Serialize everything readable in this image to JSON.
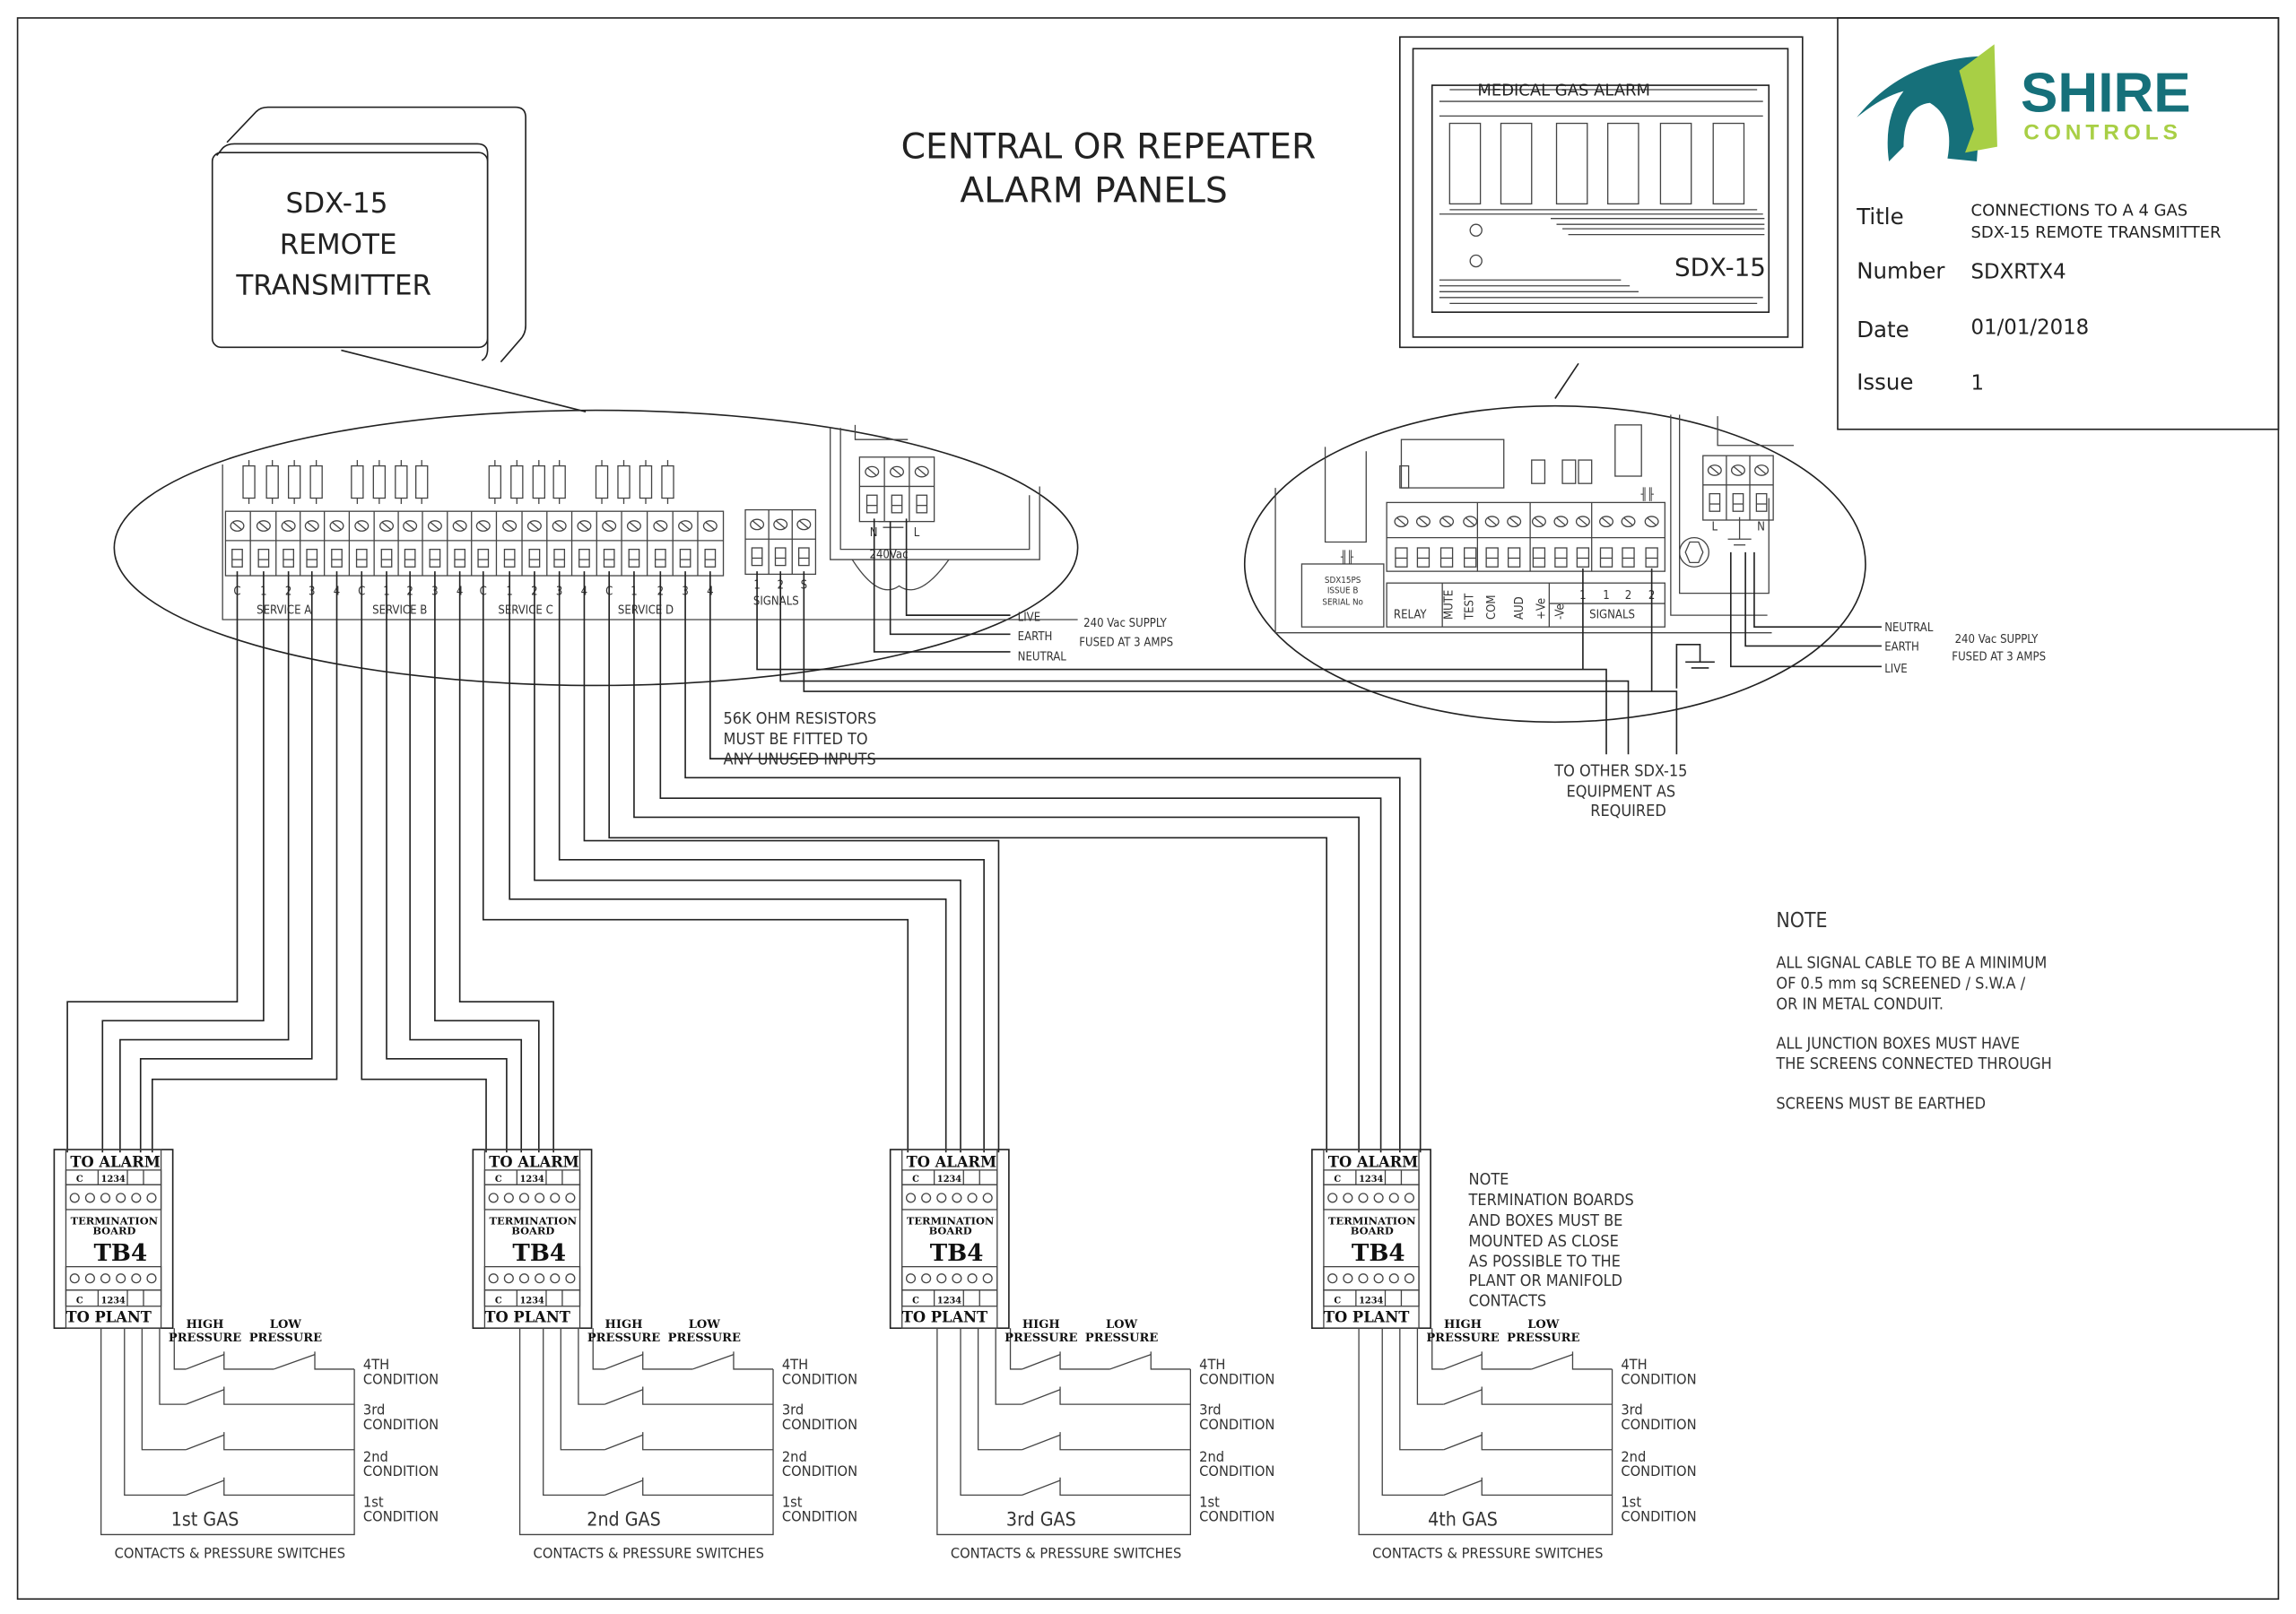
{
  "title_block": {
    "company_name": "SHIRE",
    "company_sub": "CONTROLS",
    "brand_colors": {
      "teal": "#16707a",
      "lime": "#a8cf45"
    },
    "title_label": "Title",
    "title_line1": "CONNECTIONS TO A 4 GAS",
    "title_line2": "SDX-15 REMOTE TRANSMITTER",
    "number_label": "Number",
    "number_value": "SDXRTX4",
    "date_label": "Date",
    "date_value": "01/01/2018",
    "issue_label": "Issue",
    "issue_value": "1"
  },
  "headings": {
    "central_line1": "CENTRAL OR REPEATER",
    "central_line2": "ALARM PANELS"
  },
  "transmitter": {
    "line1": "SDX-15",
    "line2": "REMOTE",
    "line3": "TRANSMITTER"
  },
  "alarm_panel": {
    "header": "MEDICAL GAS ALARM",
    "model": "SDX-15"
  },
  "left_board": {
    "terminal_labels": [
      "C",
      "1",
      "2",
      "3",
      "4",
      "C",
      "1",
      "2",
      "3",
      "4",
      "C",
      "1",
      "2",
      "3",
      "4",
      "C",
      "1",
      "2",
      "3",
      "4"
    ],
    "services": [
      "SERVICE A",
      "SERVICE B",
      "SERVICE C",
      "SERVICE D"
    ],
    "signal_terminals": [
      "1",
      "2",
      "S"
    ],
    "signals_label": "SIGNALS",
    "psu_n": "N",
    "psu_l": "L",
    "psu_label": "240Vac",
    "supply_live": "LIVE",
    "supply_earth": "EARTH",
    "supply_neutral": "NEUTRAL",
    "supply_note1": "240 Vac SUPPLY",
    "supply_note2": "FUSED AT 3 AMPS"
  },
  "right_board": {
    "serial_line1": "SDX15PS",
    "serial_line2": "ISSUE B",
    "serial_line3": "SERIAL No",
    "relay": "RELAY",
    "mute": "MUTE",
    "test": "TEST",
    "com": "COM",
    "aud": "AUD",
    "pve": "+Ve",
    "nve": "-Ve",
    "signal_nums": [
      "1",
      "1",
      "2",
      "2"
    ],
    "signals_label": "SIGNALS",
    "psu_l": "L",
    "psu_n": "N",
    "supply_neutral": "NEUTRAL",
    "supply_earth": "EARTH",
    "supply_live": "LIVE",
    "supply_note1": "240 Vac SUPPLY",
    "supply_note2": "FUSED AT 3 AMPS"
  },
  "notes": {
    "resistors": [
      "56K OHM RESISTORS",
      "MUST BE FITTED TO",
      "ANY UNUSED INPUTS"
    ],
    "other_equipment": [
      "TO OTHER SDX-15",
      "EQUIPMENT AS",
      "REQUIRED"
    ],
    "main_title": "NOTE",
    "main_p1": [
      "ALL SIGNAL CABLE TO BE A MINIMUM",
      "OF 0.5 mm sq SCREENED / S.W.A /",
      "OR IN METAL CONDUIT."
    ],
    "main_p2": [
      "ALL JUNCTION BOXES MUST HAVE",
      "THE SCREENS CONNECTED THROUGH"
    ],
    "main_p3": "SCREENS MUST BE EARTHED",
    "tb_note": [
      "NOTE",
      "TERMINATION BOARDS",
      "AND BOXES MUST BE",
      "MOUNTED AS CLOSE",
      "AS POSSIBLE TO THE",
      "PLANT OR MANIFOLD",
      "CONTACTS"
    ]
  },
  "termination_board": {
    "to_alarm": "TO ALARM",
    "to_plant": "TO PLANT",
    "c": "C",
    "nums": "1234",
    "name1": "TERMINATION",
    "name2": "BOARD",
    "model": "TB4",
    "high": [
      "HIGH",
      "PRESSURE"
    ],
    "low": [
      "LOW",
      "PRESSURE"
    ],
    "conditions": [
      [
        "4TH",
        "CONDITION"
      ],
      [
        "3rd",
        "CONDITION"
      ],
      [
        "2nd",
        "CONDITION"
      ],
      [
        "1st",
        "CONDITION"
      ]
    ],
    "footer": "CONTACTS & PRESSURE SWITCHES"
  },
  "gases": [
    "1st GAS",
    "2nd GAS",
    "3rd GAS",
    "4th GAS"
  ]
}
